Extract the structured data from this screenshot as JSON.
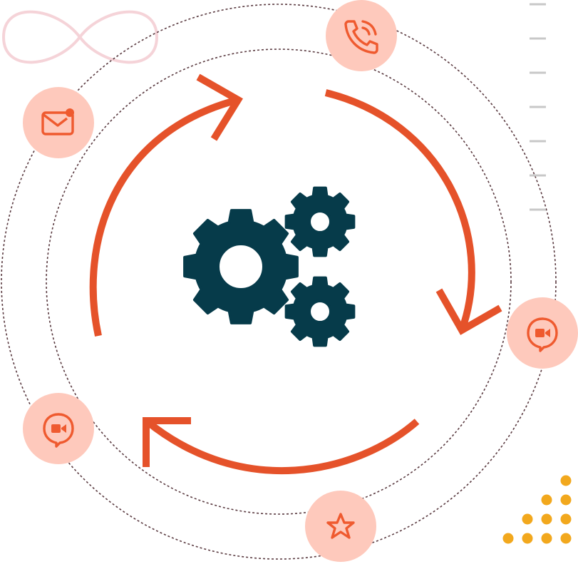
{
  "diagram": {
    "center": {
      "icon": "gears-icon"
    },
    "cycle_arrows": [
      {
        "name": "arrow-top-left",
        "direction": "clockwise"
      },
      {
        "name": "arrow-right",
        "direction": "clockwise"
      },
      {
        "name": "arrow-bottom",
        "direction": "clockwise"
      }
    ],
    "nodes": [
      {
        "name": "email-notification-node",
        "icon": "email-notification-icon"
      },
      {
        "name": "phone-call-node",
        "icon": "phone-call-icon"
      },
      {
        "name": "video-chat-node-right",
        "icon": "video-chat-icon"
      },
      {
        "name": "video-chat-node-left",
        "icon": "video-chat-icon"
      },
      {
        "name": "star-node",
        "icon": "star-icon"
      }
    ],
    "decorations": [
      "infinity-icon",
      "tick-marks",
      "dot-grid"
    ]
  },
  "colors": {
    "arrow": "#E5522A",
    "gear": "#063B4A",
    "node_fill": "#FEC9BC",
    "node_icon": "#EF5A2F",
    "dashed_circle": "#5A3A40",
    "infinity": "#F5D3D8",
    "ticks": "#C8C8C8",
    "dots": "#F2A81D"
  }
}
